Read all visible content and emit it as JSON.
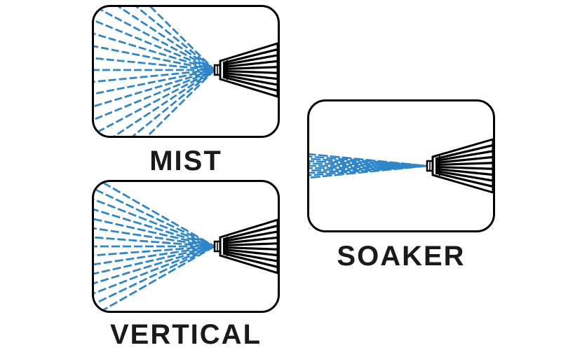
{
  "colors": {
    "spray": "#2f86c8",
    "outline": "#000000",
    "text": "#1a1a1a",
    "background": "#ffffff"
  },
  "patterns": [
    {
      "id": "mist",
      "label": "MIST",
      "icon": "mist-spray-icon"
    },
    {
      "id": "vertical",
      "label": "VERTICAL",
      "icon": "vertical-spray-icon"
    },
    {
      "id": "soaker",
      "label": "SOAKER",
      "icon": "soaker-spray-icon"
    }
  ]
}
